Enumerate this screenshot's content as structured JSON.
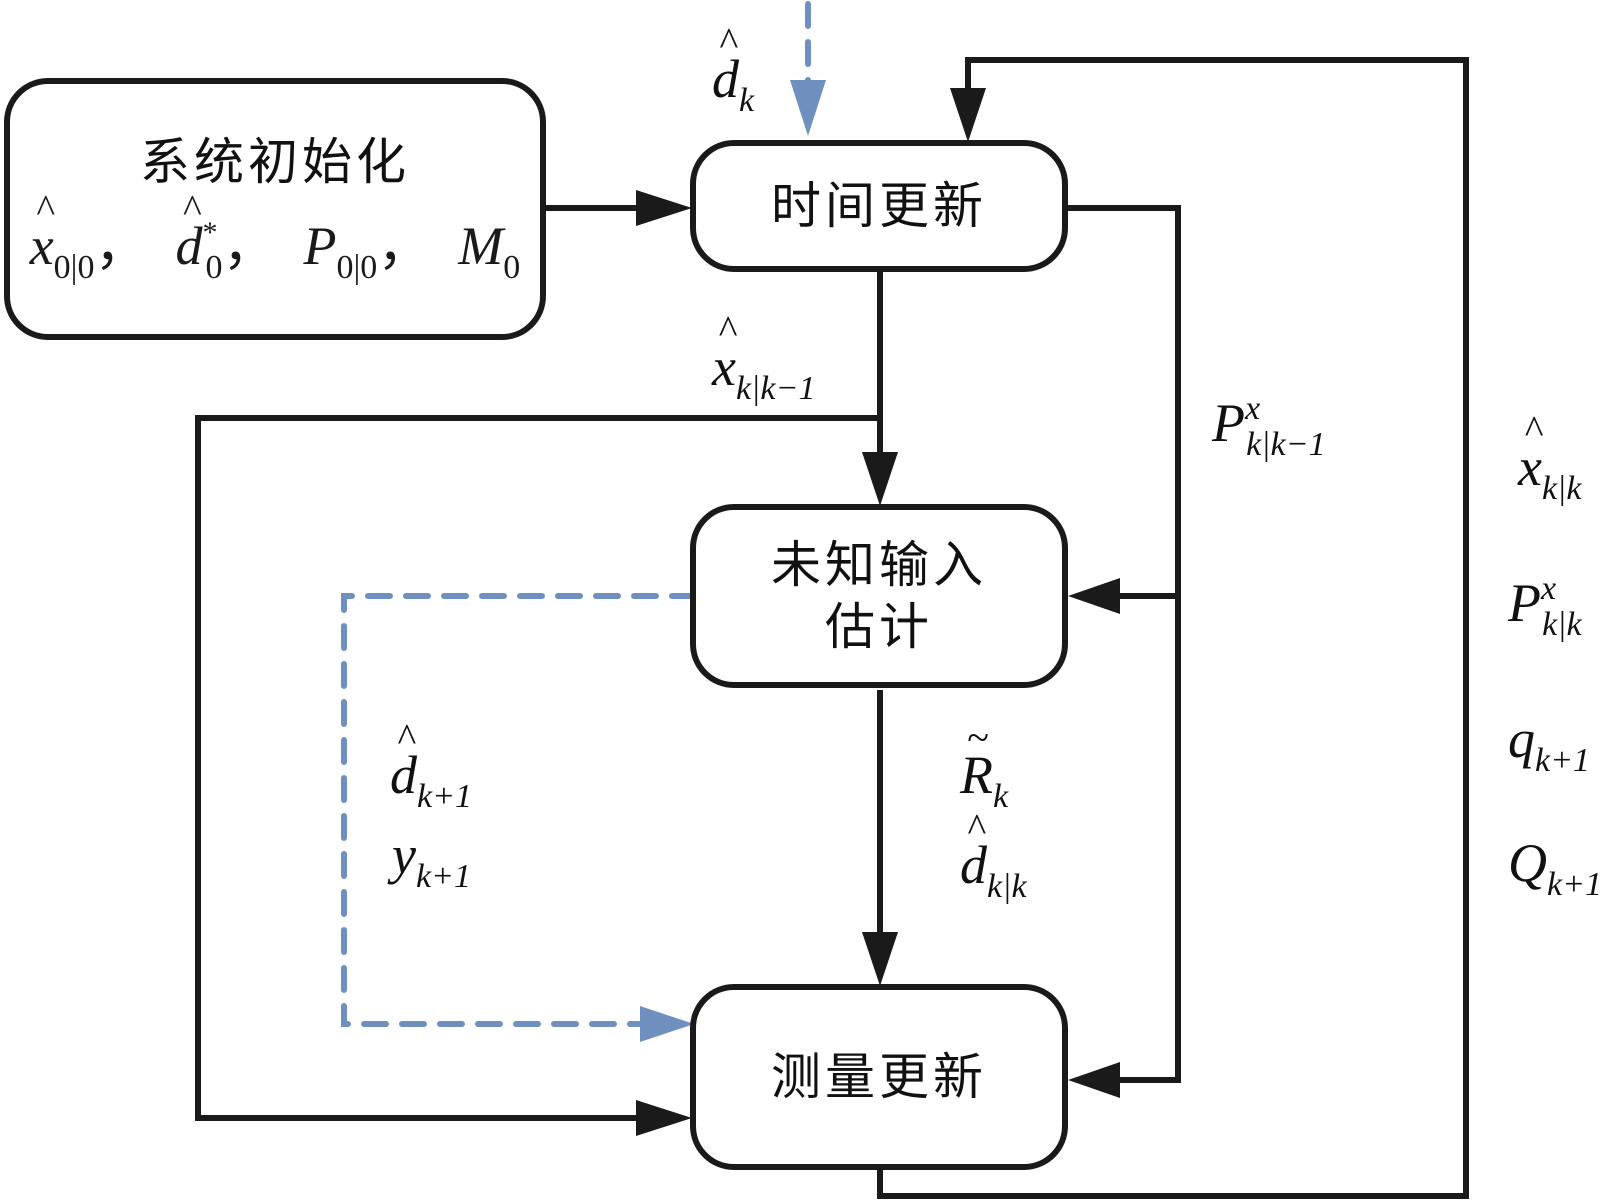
{
  "diagram": {
    "type": "flowchart",
    "colors": {
      "line": "#1a1a1a",
      "dashed": "#6f8fbf",
      "box_fill": "#ffffff"
    },
    "nodes": {
      "init": {
        "title": "系统初始化",
        "vars": [
          "x̂0|0",
          "d̂*0",
          "P0|0",
          "M0"
        ]
      },
      "time_update": {
        "title": "时间更新"
      },
      "unknown_input": {
        "title_line1": "未知输入",
        "title_line2": "估计"
      },
      "measurement_update": {
        "title": "测量更新"
      }
    },
    "labels": {
      "d_k_input": {
        "base": "d",
        "sub": "k",
        "accent": "hat"
      },
      "x_pred": {
        "base": "x",
        "sub": "k|k−1",
        "accent": "hat"
      },
      "P_pred": {
        "base": "P",
        "sup": "x",
        "sub": "k|k−1"
      },
      "d_next": {
        "base": "d",
        "sub": "k+1",
        "accent": "hat"
      },
      "y_next": {
        "base": "y",
        "sub": "k+1"
      },
      "R_tilde": {
        "base": "R",
        "sub": "k",
        "accent": "tilde"
      },
      "d_filtered": {
        "base": "d",
        "sub": "k|k",
        "accent": "hat"
      },
      "x_filtered": {
        "base": "x",
        "sub": "k|k",
        "accent": "hat"
      },
      "P_filtered": {
        "base": "P",
        "sup": "x",
        "sub": "k|k"
      },
      "q_next": {
        "base": "q",
        "sub": "k+1"
      },
      "Q_next": {
        "base": "Q",
        "sub": "k+1"
      }
    },
    "init_vars": {
      "x": {
        "base": "x",
        "sub": "0|0",
        "sep": "，"
      },
      "d": {
        "base": "d",
        "sup": "*",
        "sub": "0",
        "sep": "，"
      },
      "P": {
        "base": "P",
        "sub": "0|0",
        "sep": "，"
      },
      "M": {
        "base": "M",
        "sub": "0"
      }
    },
    "edges": [
      {
        "from": "init",
        "to": "time_update",
        "style": "solid"
      },
      {
        "from": "external",
        "to": "time_update",
        "style": "dashed",
        "label": "d̂k"
      },
      {
        "from": "time_update",
        "to": "unknown_input",
        "style": "solid",
        "label": "x̂k|k−1"
      },
      {
        "from": "time_update",
        "to": "unknown_input",
        "style": "solid",
        "label": "Px k|k−1"
      },
      {
        "from": "time_update",
        "to": "measurement_update",
        "style": "solid",
        "label": "Px k|k−1"
      },
      {
        "from": "time_update",
        "to": "measurement_update",
        "style": "solid",
        "label": "x̂k|k−1"
      },
      {
        "from": "unknown_input",
        "to": "measurement_update",
        "style": "dashed",
        "label": "d̂k+1, yk+1"
      },
      {
        "from": "unknown_input",
        "to": "measurement_update",
        "style": "solid",
        "label": "R̃k, d̂k|k"
      },
      {
        "from": "measurement_update",
        "to": "time_update",
        "style": "solid",
        "label": "x̂k|k, Px k|k, qk+1, Qk+1"
      }
    ]
  }
}
